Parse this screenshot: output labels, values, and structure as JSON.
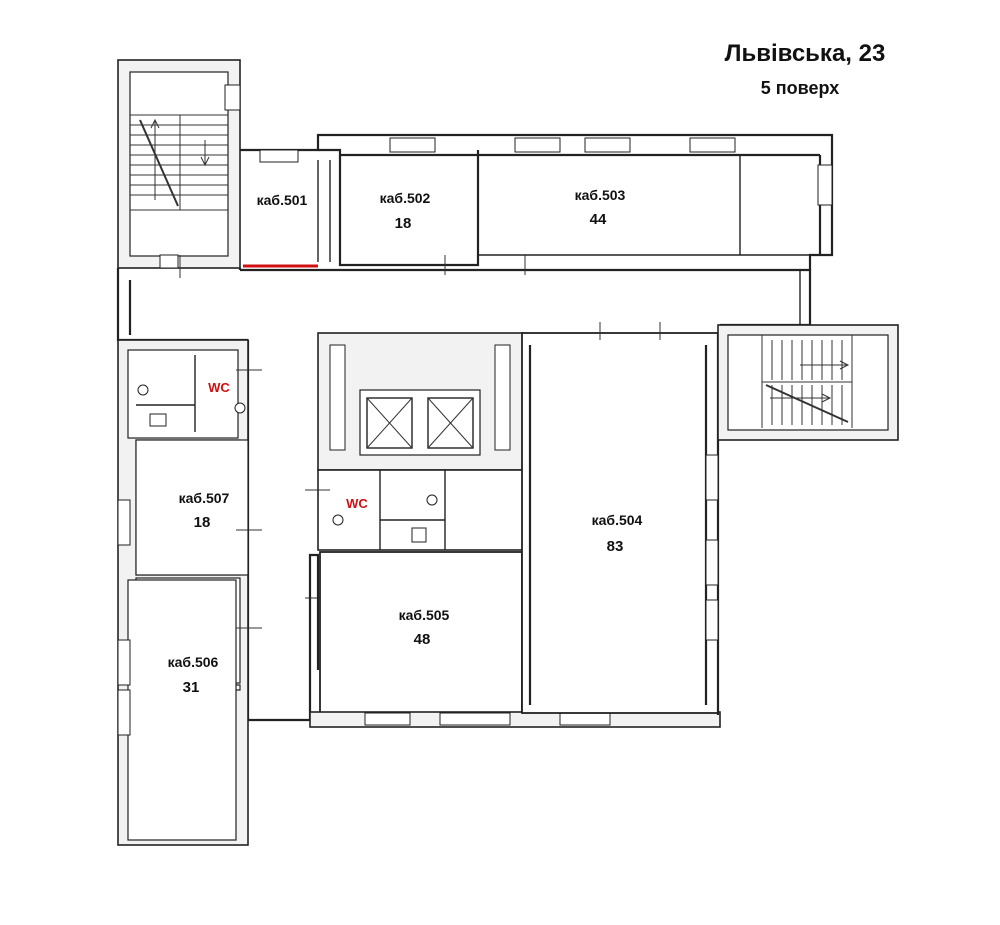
{
  "header": {
    "address": "Львівська, 23",
    "floor": "5 поверх"
  },
  "rooms": [
    {
      "label": "каб.501",
      "area": ""
    },
    {
      "label": "каб.502",
      "area": "18"
    },
    {
      "label": "каб.503",
      "area": "44"
    },
    {
      "label": "каб.504",
      "area": "83"
    },
    {
      "label": "каб.505",
      "area": "48"
    },
    {
      "label": "каб.506",
      "area": "31"
    },
    {
      "label": "каб.507",
      "area": "18"
    }
  ],
  "restrooms": [
    {
      "label": "WC"
    },
    {
      "label": "WC"
    }
  ],
  "colors": {
    "walls": "#222222",
    "highlight": "#d01010",
    "wc_text": "#d01010"
  }
}
